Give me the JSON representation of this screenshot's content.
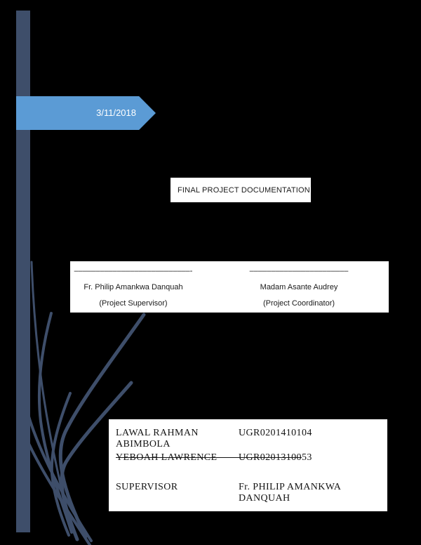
{
  "document": {
    "kind": "project-cover-page",
    "background_color": "#000000"
  },
  "colors": {
    "accent_bar": "#3E4E6A",
    "banner_blue": "#5B9BD5",
    "banner_text": "#FFFFFF",
    "box_background": "#FFFFFF",
    "body_text": "#1A1A1A"
  },
  "banner": {
    "date": "3/11/2018"
  },
  "title_box": {
    "title": "FINAL PROJECT DOCUMENTATION"
  },
  "signature_box": {
    "left": {
      "dashes": "–––––––––––––––––––––––––––-",
      "name": "Fr. Philip Amankwa Danquah",
      "role": "(Project Supervisor)"
    },
    "right": {
      "dashes": "–––––––––––––––––––––––",
      "name": "Madam Asante Audrey",
      "role": "(Project Coordinator)"
    }
  },
  "credits_box": {
    "rows": [
      {
        "left": "LAWAL RAHMAN ABIMBOLA",
        "right": "UGR0201410104",
        "struck": false
      },
      {
        "left": "YEBOAH LAWRENCE",
        "right": "UGR0201310053",
        "struck": true
      },
      {
        "left": "SUPERVISOR",
        "right": "Fr. PHILIP AMANKWA DANQUAH",
        "struck": false
      }
    ]
  },
  "decor": {
    "stems": "grass-stem-flourish-bottom-left"
  }
}
